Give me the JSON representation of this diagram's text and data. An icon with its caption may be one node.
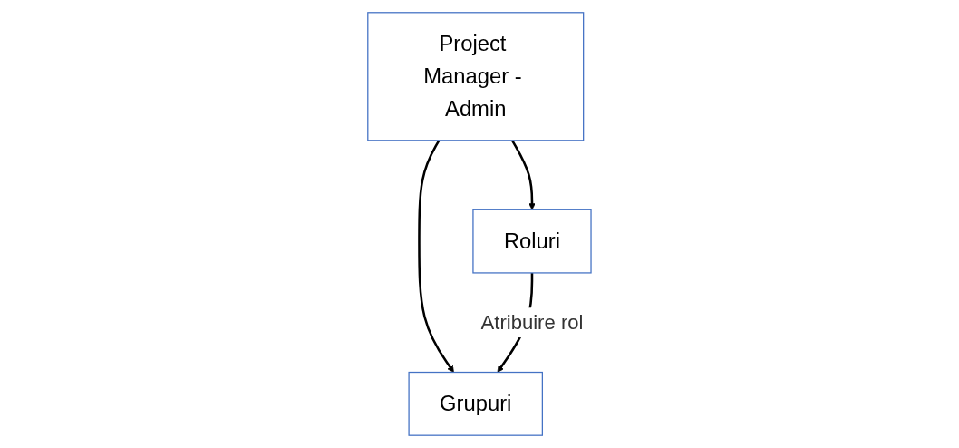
{
  "diagram": {
    "nodes": [
      {
        "text": [
          "Project Manager - Admin"
        ]
      },
      {
        "text": [
          "Grupuri"
        ]
      },
      {
        "text": [
          "Roluri"
        ]
      }
    ],
    "edges": [
      {
        "from": 0,
        "to": 1,
        "arrow": "to"
      },
      {
        "from": 0,
        "to": 2,
        "arrow": "to"
      },
      {
        "from": 2,
        "to": 1,
        "arrow": "to",
        "label": "Atribuire rol"
      }
    ]
  }
}
